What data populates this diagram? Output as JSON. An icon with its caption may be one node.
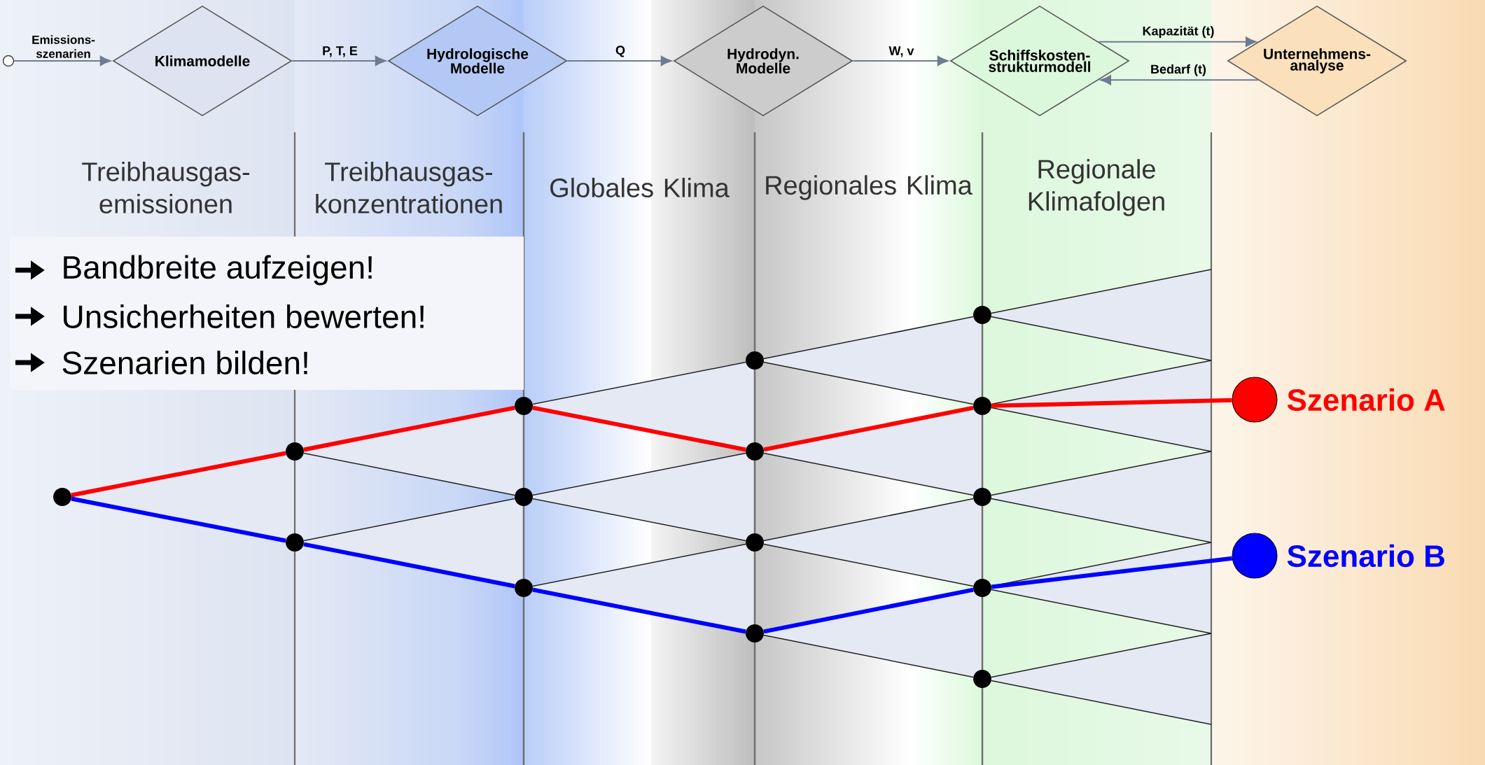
{
  "diagram": {
    "nodes": [
      {
        "text": [],
        "shape": "circle"
      },
      {
        "text": [
          "Klimamodelle"
        ]
      },
      {
        "text": [
          "Hydrologische Modelle"
        ]
      },
      {
        "text": [
          "Hydrodyn. Modelle"
        ]
      },
      {
        "text": [
          "Schiffskosten- strukturmodell"
        ]
      },
      {
        "text": [
          "Unternehmens- analyse"
        ]
      },
      {
        "text": [],
        "shape": "circle"
      },
      {
        "text": [],
        "shape": "circle"
      },
      {
        "text": [],
        "shape": "circle"
      },
      {
        "text": [],
        "shape": "circle"
      },
      {
        "text": [],
        "shape": "circle"
      },
      {
        "text": [],
        "shape": "circle"
      },
      {
        "text": [],
        "shape": "circle"
      },
      {
        "text": [],
        "shape": "circle"
      },
      {
        "text": [],
        "shape": "circle"
      },
      {
        "text": [],
        "shape": "circle"
      },
      {
        "text": [],
        "shape": "circle"
      },
      {
        "text": [],
        "shape": "circle"
      },
      {
        "text": [],
        "shape": "circle"
      },
      {
        "text": [],
        "shape": "circle"
      },
      {
        "text": [],
        "shape": "circle"
      },
      {
        "text": [],
        "shape": "circle",
        "beside": [
          "Szenario A"
        ]
      },
      {
        "text": [],
        "shape": "circle",
        "beside": [
          "Szenario B"
        ]
      }
    ],
    "edges": [
      {
        "from": 0,
        "to": 1,
        "arrow": "to",
        "label": "Emissions- szenarien",
        "color": "#6f7b90"
      },
      {
        "from": 1,
        "to": 2,
        "arrow": "to",
        "label": "P, T, E",
        "color": "#6f7b90"
      },
      {
        "from": 2,
        "to": 3,
        "arrow": "to",
        "label": "Q",
        "color": "#6f7b90"
      },
      {
        "from": 3,
        "to": 4,
        "arrow": "to",
        "label": "W, v",
        "color": "#6f7b90"
      },
      {
        "from": 4,
        "to": 5,
        "arrow": "to",
        "label": "Kapazität (t)",
        "color": "#6f7b90"
      },
      {
        "from": 5,
        "to": 4,
        "arrow": "to",
        "label": "Bedarf (t)",
        "color": "#6f7b90"
      },
      {
        "from": 6,
        "to": 7,
        "arrow": "none",
        "style": "thick",
        "color": "#ff0000"
      },
      {
        "from": 6,
        "to": 8,
        "arrow": "none",
        "style": "thick",
        "color": "#0000ff"
      },
      {
        "from": 7,
        "to": 9,
        "arrow": "none",
        "style": "thick",
        "color": "#ff0000"
      },
      {
        "from": 7,
        "to": 10,
        "arrow": "none"
      },
      {
        "from": 8,
        "to": 10,
        "arrow": "none"
      },
      {
        "from": 8,
        "to": 11,
        "arrow": "none",
        "style": "thick",
        "color": "#0000ff"
      },
      {
        "from": 9,
        "to": 12,
        "arrow": "none"
      },
      {
        "from": 9,
        "to": 13,
        "arrow": "none",
        "style": "thick",
        "color": "#ff0000"
      },
      {
        "from": 10,
        "to": 13,
        "arrow": "none"
      },
      {
        "from": 10,
        "to": 14,
        "arrow": "none"
      },
      {
        "from": 11,
        "to": 14,
        "arrow": "none"
      },
      {
        "from": 11,
        "to": 15,
        "arrow": "none",
        "style": "thick",
        "color": "#0000ff"
      },
      {
        "from": 12,
        "to": 16,
        "arrow": "none"
      },
      {
        "from": 12,
        "to": 17,
        "arrow": "none"
      },
      {
        "from": 13,
        "to": 17,
        "arrow": "none",
        "style": "thick",
        "color": "#ff0000"
      },
      {
        "from": 13,
        "to": 18,
        "arrow": "none"
      },
      {
        "from": 14,
        "to": 18,
        "arrow": "none"
      },
      {
        "from": 14,
        "to": 19,
        "arrow": "none"
      },
      {
        "from": 15,
        "to": 19,
        "arrow": "none",
        "style": "thick",
        "color": "#0000ff"
      },
      {
        "from": 15,
        "to": 20,
        "arrow": "none"
      },
      {
        "from": 16,
        "to": null,
        "arrow": "none"
      },
      {
        "from": 16,
        "to": null,
        "arrow": "none"
      },
      {
        "from": 17,
        "to": null,
        "arrow": "none"
      },
      {
        "from": 17,
        "to": null,
        "arrow": "none"
      },
      {
        "from": 18,
        "to": null,
        "arrow": "none"
      },
      {
        "from": 18,
        "to": null,
        "arrow": "none"
      },
      {
        "from": 19,
        "to": null,
        "arrow": "none"
      },
      {
        "from": 19,
        "to": null,
        "arrow": "none"
      },
      {
        "from": 20,
        "to": null,
        "arrow": "none"
      },
      {
        "from": 20,
        "to": null,
        "arrow": "none"
      },
      {
        "from": 17,
        "to": 21,
        "arrow": "none",
        "style": "thick",
        "color": "#ff0000"
      },
      {
        "from": 19,
        "to": 22,
        "arrow": "none",
        "style": "thick",
        "color": "#0000ff"
      }
    ],
    "labels": [
      "Treibhausgas- emissionen",
      "Treibhausgas- konzentrationen",
      "Globales Klima",
      "Regionales Klima",
      "Regionale Klimafolgen",
      "Bandbreite aufzeigen!",
      "Unsicherheiten bewerten!",
      "Szenarien bilden!"
    ]
  }
}
